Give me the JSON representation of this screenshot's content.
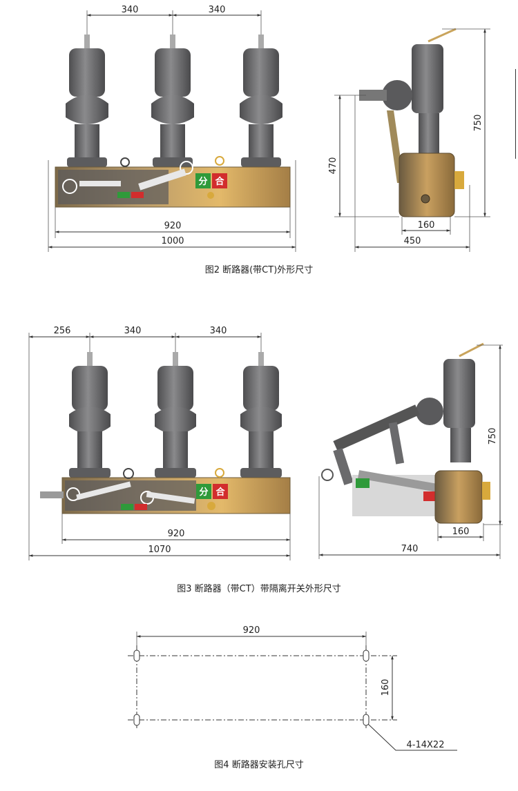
{
  "figure2": {
    "caption": "图2 断路器(带CT)外形尺寸",
    "dims": {
      "pole_spacing_1": "340",
      "pole_spacing_2": "340",
      "rail_span": "920",
      "overall_width": "1000",
      "side_height_total": "750",
      "side_height_lower": "470",
      "side_depth_inner": "160",
      "side_depth": "450"
    },
    "badges": {
      "open": "分",
      "close": "合"
    }
  },
  "figure3": {
    "caption": "图3 断路器（带CT）带隔离开关外形尺寸",
    "dims": {
      "offset": "256",
      "pole_spacing_1": "340",
      "pole_spacing_2": "340",
      "rail_span": "920",
      "overall_width": "1070",
      "side_height_total": "750",
      "side_depth_inner": "160",
      "side_depth": "740"
    },
    "badges": {
      "open": "分",
      "close": "合"
    }
  },
  "figure4": {
    "caption": "图4 断路器安装孔尺寸",
    "dims": {
      "hole_span": "920",
      "hole_depth": "160",
      "hole_spec": "4-14X22"
    }
  },
  "colors": {
    "insulator": "#6e6e70",
    "frame": "#c9a45c",
    "open_badge": "#2f9a3a",
    "close_badge": "#d22d2d",
    "line": "#333333"
  }
}
